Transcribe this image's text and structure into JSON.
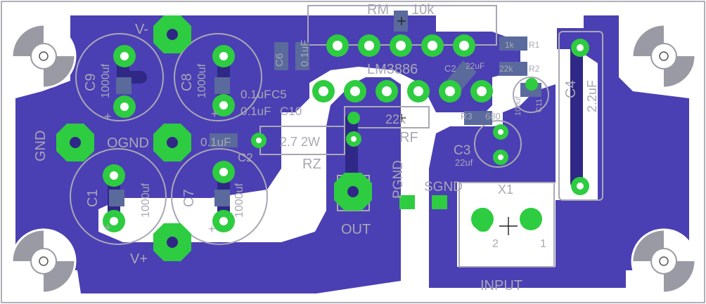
{
  "colors": {
    "background": "#ffffff",
    "copper_pour": "#4b3fb4",
    "copper_dark": "#2f2886",
    "pad": "#2ecc40",
    "silkscreen": "#a8a8b4",
    "drill": "#ffffff",
    "smd": "#5a6a9c"
  },
  "labels": {
    "rm": "RM",
    "rm_value": "10k",
    "lm": "LM3886",
    "c6": "C6",
    "c6_val": "0.1uF",
    "c5": "C5",
    "c5_val": "0.1uF",
    "c10": "C10",
    "c10_val": "0.1uF",
    "c2": "C2",
    "c2_val": "0.1uF",
    "c2b": "C2",
    "c2b_val": "22uF",
    "c9": "C9",
    "c9_val": "1000uf",
    "c8": "C8",
    "c8_val": "1000uf",
    "c1": "C1",
    "c1_val": "1000uf",
    "c7": "C7",
    "c7_val": "1000uf",
    "c3": "C3",
    "c3_val": "22uf",
    "c4": "C4",
    "c4_val": "2.2uF",
    "c11": "C11",
    "c11_val": "100uf",
    "r1": "R1",
    "r1_val": "1k",
    "r2": "R2",
    "r2_val": "22k",
    "r3": "R3",
    "r3_val": "680",
    "rf": "RF",
    "rf_val": "22k",
    "rz": "RZ",
    "rz_val": "2.7 2W",
    "v_minus": "V-",
    "v_plus": "V+",
    "gnd": "GND",
    "ognd": "OGND",
    "pgnd": "PGND",
    "sgnd": "SGND",
    "out": "OUT",
    "x1": "X1",
    "input": "INPUT",
    "pin1": "1",
    "pin2": "2",
    "plus": "+"
  }
}
